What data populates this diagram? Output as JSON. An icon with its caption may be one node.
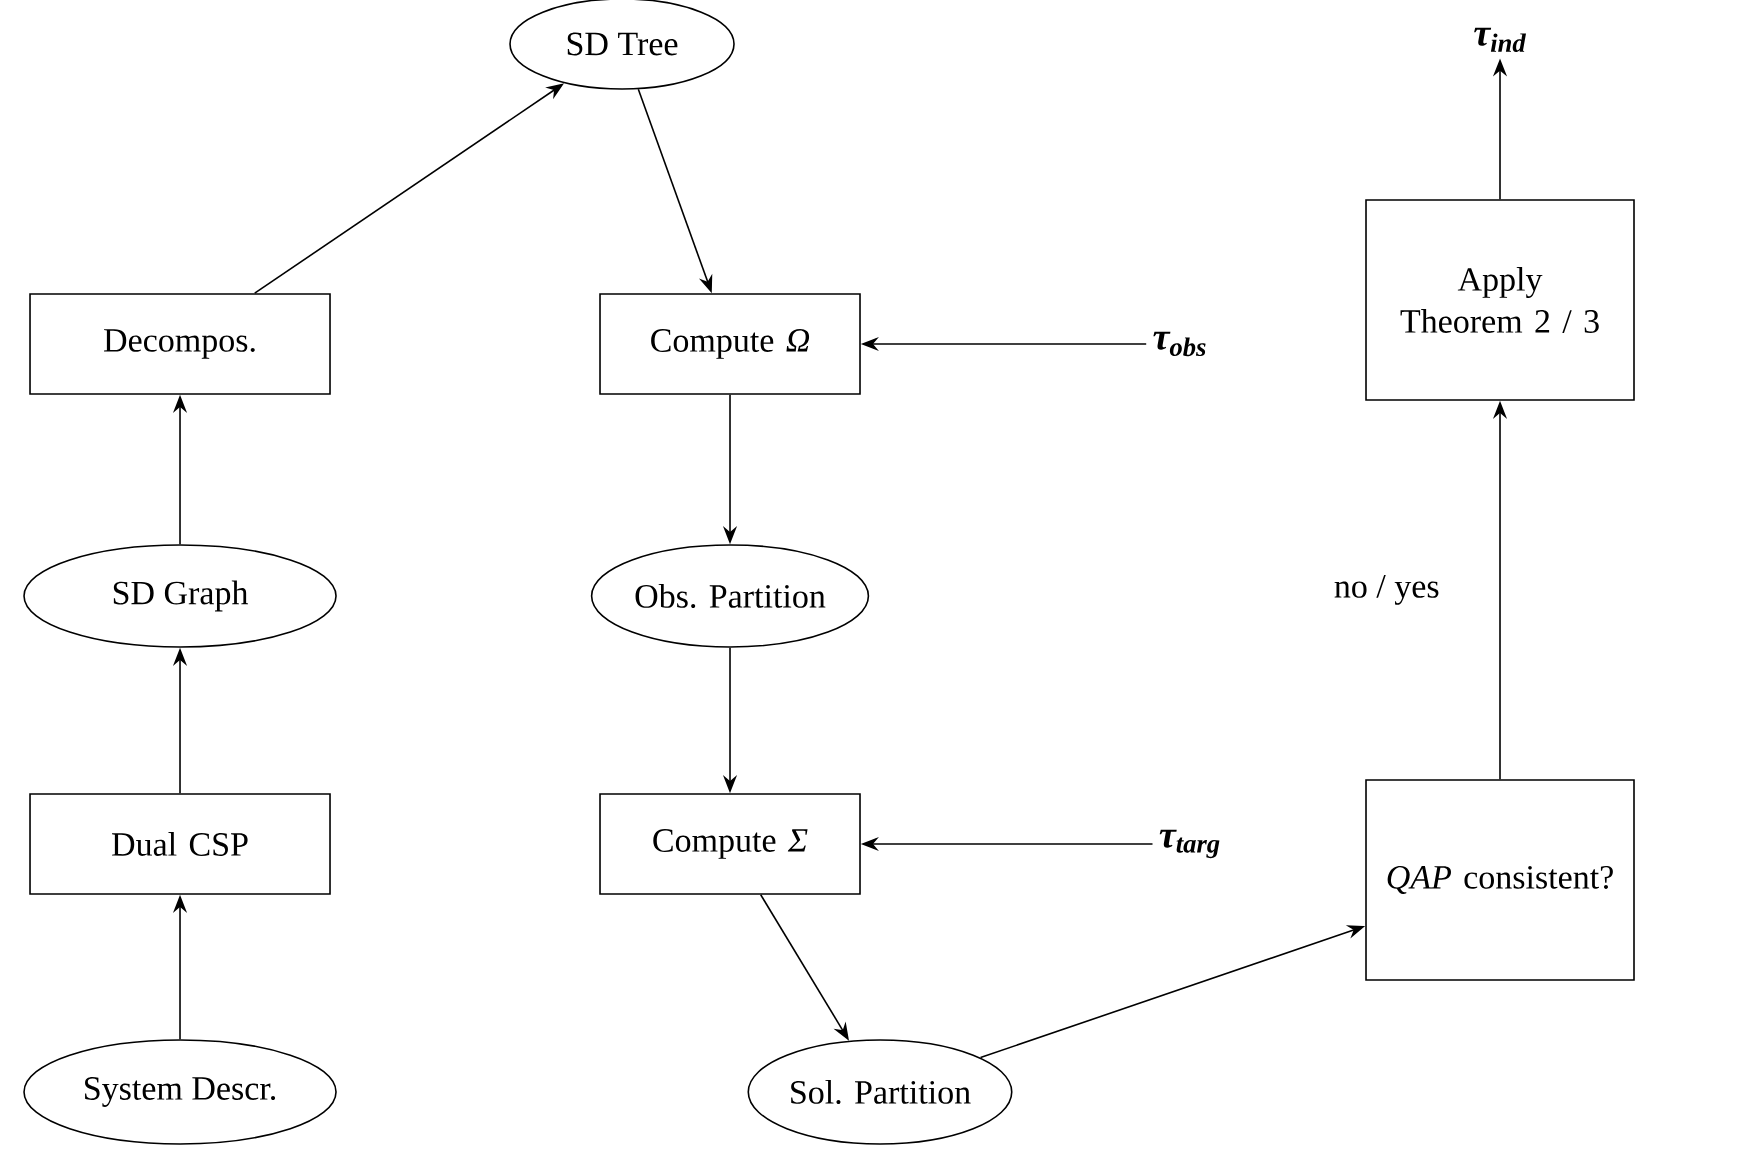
{
  "diagram": {
    "nodes": [
      {
        "text": [
          "SD Tree"
        ]
      },
      {
        "text": [
          "Decompos."
        ]
      },
      {
        "text": [
          "Compute *Ω*"
        ]
      },
      {
        "text": [
          "τ$_{obs}$"
        ]
      },
      {
        "text": [
          "SD Graph"
        ]
      },
      {
        "text": [
          "Obs. Partition"
        ]
      },
      {
        "text": [
          "Dual CSP"
        ]
      },
      {
        "text": [
          "Compute *Σ*"
        ]
      },
      {
        "text": [
          "τ$_{targ}$"
        ]
      },
      {
        "text": [
          "System Descr."
        ]
      },
      {
        "text": [
          "Sol. Partition"
        ]
      },
      {
        "text": [
          "*QAP* consistent?"
        ]
      },
      {
        "text": [
          "Apply Theorem 2 / 3"
        ]
      },
      {
        "text": [
          "τ$_{ind}$"
        ]
      }
    ],
    "edges": [
      {
        "from": 9,
        "to": 6,
        "arrow": "to"
      },
      {
        "from": 6,
        "to": 4,
        "arrow": "to"
      },
      {
        "from": 4,
        "to": 1,
        "arrow": "to"
      },
      {
        "from": 1,
        "to": 0,
        "arrow": "to"
      },
      {
        "from": 0,
        "to": 2,
        "arrow": "to"
      },
      {
        "from": 3,
        "to": 2,
        "arrow": "to"
      },
      {
        "from": 2,
        "to": 5,
        "arrow": "to"
      },
      {
        "from": 5,
        "to": 7,
        "arrow": "to"
      },
      {
        "from": 8,
        "to": 7,
        "arrow": "to"
      },
      {
        "from": 7,
        "to": 10,
        "arrow": "to"
      },
      {
        "from": 10,
        "to": 11,
        "arrow": "to"
      },
      {
        "from": 11,
        "to": 12,
        "arrow": "to",
        "label": "no / yes"
      },
      {
        "from": 12,
        "to": 13,
        "arrow": "to"
      }
    ]
  }
}
